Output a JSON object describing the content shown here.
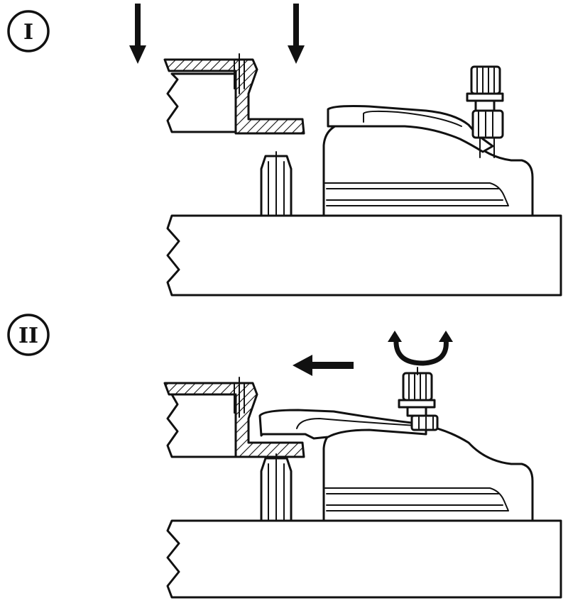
{
  "steps": [
    {
      "label": "I",
      "actions": [
        "press-down"
      ]
    },
    {
      "label": "II",
      "actions": [
        "rotate-knob",
        "slide-left"
      ]
    }
  ],
  "style": {
    "line_color": "#111111",
    "background": "#ffffff"
  }
}
